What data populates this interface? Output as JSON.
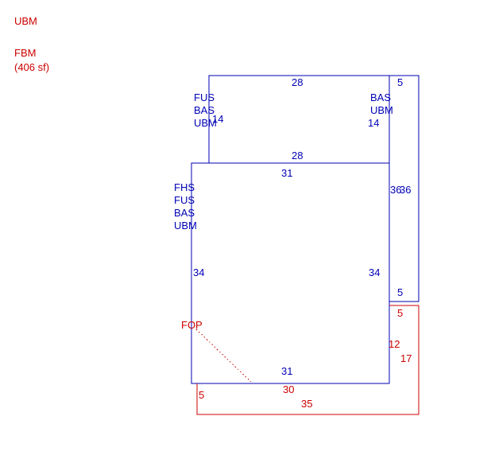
{
  "colors": {
    "blue": "#0000b4",
    "red": "#cc0000"
  },
  "legend": {
    "ubm": "UBM",
    "fbm": "FBM",
    "fbm_area": "(406 sf)"
  },
  "upper_rect": {
    "top_dim": "28",
    "bottom_dim": "28",
    "left_areas": [
      "FUS",
      "BAS",
      "UBM"
    ],
    "left_dim": "14",
    "right_areas": [
      "BAS",
      "UBM"
    ],
    "right_dim": "14"
  },
  "right_strip": {
    "top_dim": "5",
    "side_dims": [
      "36",
      "36"
    ],
    "bottom_dim": "5"
  },
  "main_rect": {
    "top_dim": "31",
    "areas": [
      "FHS",
      "FUS",
      "BAS",
      "UBM"
    ],
    "left_dim": "34",
    "right_dim": "34",
    "bottom_dim": "31"
  },
  "porch": {
    "label": "FOP",
    "top_dim": "5",
    "right_upper_dim": "12",
    "right_dim": "17",
    "left_dim": "5",
    "inner_dim": "30",
    "bottom_dim": "35"
  }
}
